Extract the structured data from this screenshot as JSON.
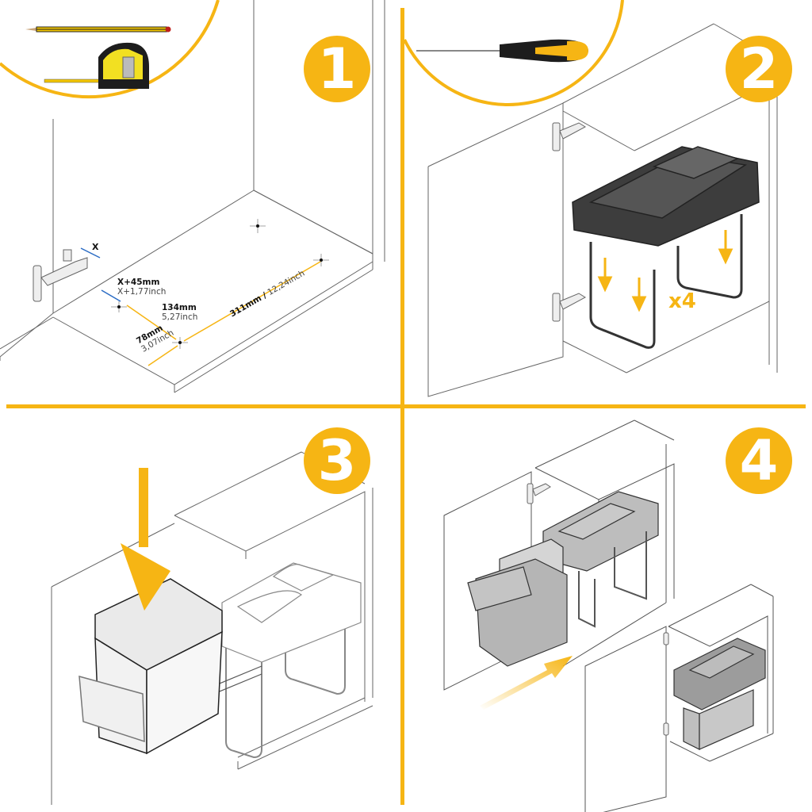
{
  "colors": {
    "accent": "#f6b514",
    "measure_blue": "#2b6cc4",
    "line": "#555555",
    "bin_gray": "#b9b9b9",
    "bin_dark": "#3a3a3a"
  },
  "steps": [
    {
      "number": "1",
      "tools": [
        "pencil-icon",
        "tape-measure-icon"
      ],
      "measurements": {
        "hinge_offset": "X",
        "x_offset_mm": "X+45mm",
        "x_offset_inch": "X+1,77inch",
        "depth_mm": "134mm",
        "depth_inch": "5,27inch",
        "front_mm": "78mm",
        "front_inch": "3,07inch",
        "width_mm": "311mm /",
        "width_inch": "12,24inch"
      }
    },
    {
      "number": "2",
      "tools": [
        "screwdriver-icon"
      ],
      "screw_count": "x4"
    },
    {
      "number": "3"
    },
    {
      "number": "4"
    }
  ]
}
